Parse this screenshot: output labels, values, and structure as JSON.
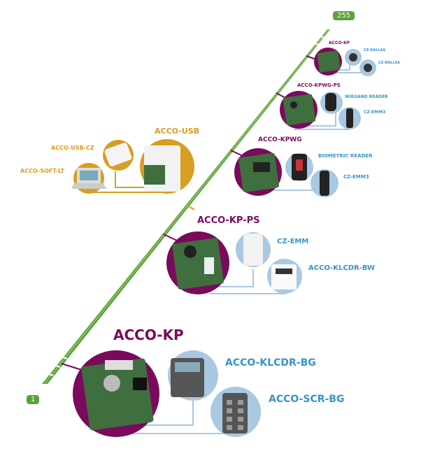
{
  "scale": {
    "min_label": "1",
    "max_label": "255"
  },
  "colors": {
    "purple": "#7a0a5c",
    "blue": "#3a93c6",
    "gold": "#d89e22",
    "green": "#5aa13b",
    "light_blue": "#a9c8e2"
  },
  "groups": [
    {
      "main": "ACCO-KP",
      "accessories": [
        "ACCO-KLCDR-BG",
        "ACCO-SCR-BG"
      ]
    },
    {
      "main": "ACCO-KP-PS",
      "accessories": [
        "CZ-EMM",
        "ACCO-KLCDR-BW"
      ]
    },
    {
      "main": "ACCO-KPWG",
      "accessories": [
        "BIOMETRIC READER",
        "CZ-EMM3"
      ]
    },
    {
      "main": "ACCO-KPWG-PS",
      "accessories": [
        "WIEGAND READER",
        "CZ-EMM3"
      ]
    },
    {
      "main": "ACCO-KP",
      "accessories": [
        "CZ-DALLAS",
        "CZ-DALLAS"
      ]
    },
    {
      "main": "ACCO-USB",
      "accessories": [
        "ACCO-USB-CZ",
        "ACCO-SOFT-LT"
      ]
    }
  ]
}
